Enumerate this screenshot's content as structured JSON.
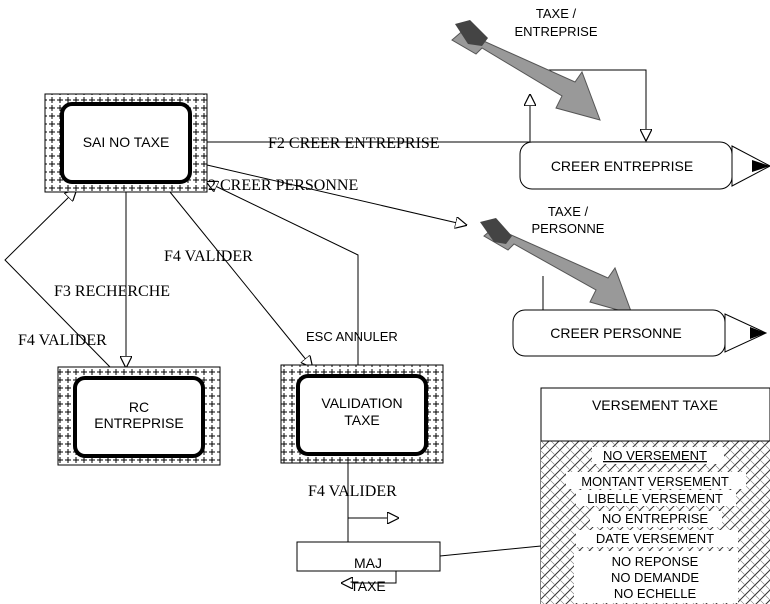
{
  "screens": {
    "sai_no_taxe": "SAI NO TAXE",
    "rc_entreprise": [
      "RC",
      "ENTREPRISE"
    ],
    "validation_taxe": [
      "VALIDATION",
      "TAXE"
    ],
    "maj_taxe": [
      "MAJ",
      "TAXE"
    ]
  },
  "transitions": {
    "f2_creer_entreprise": "F2 CREER ENTREPRISE",
    "f2_creer_personne": "2 CREER PERSONNE",
    "f3_recherche": "F3 RECHERCHE",
    "f4_valider_left": "F4 VALIDER",
    "f4_valider_mid": "F4 VALIDER",
    "f4_valider_bottom": "F4 VALIDER",
    "esc_annuler": "ESC ANNULER"
  },
  "externals": {
    "taxe_entreprise": [
      "TAXE /",
      "ENTREPRISE"
    ],
    "taxe_personne": [
      "TAXE /",
      "PERSONNE"
    ],
    "creer_entreprise": "CREER ENTREPRISE",
    "creer_personne": "CREER PERSONNE"
  },
  "versement": {
    "title": "VERSEMENT TAXE",
    "fields": [
      "NO VERSEMENT",
      "MONTANT VERSEMENT",
      "LIBELLE VERSEMENT",
      "NO ENTREPRISE",
      "DATE VERSEMENT",
      "NO REPONSE",
      "NO DEMANDE",
      "NO ECHELLE"
    ]
  }
}
